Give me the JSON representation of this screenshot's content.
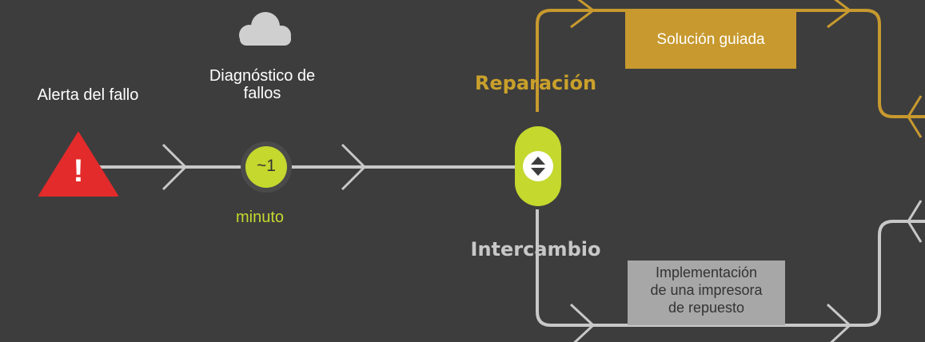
{
  "diagram": {
    "alert": {
      "label": "Alerta del fallo",
      "icon": "warning-triangle-icon",
      "symbol": "!",
      "color": "#e32b2b"
    },
    "diagnosis": {
      "label_line1": "Diagnóstico de",
      "label_line2": "fallos",
      "icon": "cloud-icon",
      "badge_value": "~1",
      "badge_unit": "minuto",
      "badge_color": "#c4d82e"
    },
    "decision": {
      "icon": "up-down-arrows-icon",
      "color": "#c4d82e"
    },
    "repair": {
      "heading": "Reparación",
      "box_label": "Solución guiada",
      "color": "#c7992e"
    },
    "exchange": {
      "heading": "Intercambio",
      "box_line1": "Implementación",
      "box_line2": "de una impresora",
      "box_line3": "de repuesto",
      "color": "#a7a7a7"
    },
    "line_color": "#c8c8c8",
    "background": "#3d3d3e"
  }
}
